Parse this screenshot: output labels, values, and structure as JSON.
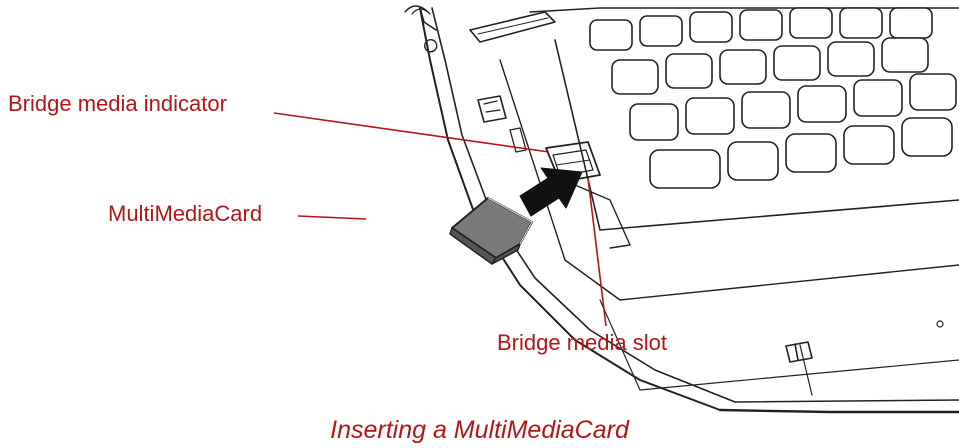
{
  "diagram": {
    "labels": {
      "bridge_media_indicator": "Bridge media indicator",
      "multimediacard": "MultiMediaCard",
      "bridge_media_slot": "Bridge media slot"
    },
    "caption": "Inserting a MultiMediaCard",
    "colors": {
      "label_text": "#b01818",
      "leader_line": "#b01818",
      "line_art": "#222222"
    },
    "icons": [
      "laptop-illustration",
      "memory-card-icon",
      "insert-arrow-icon"
    ]
  }
}
